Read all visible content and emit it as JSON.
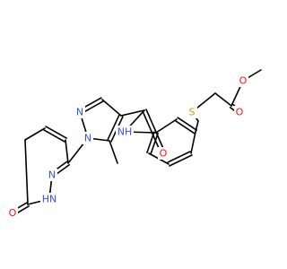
{
  "molecule": {
    "colors": {
      "bond": "#000000",
      "nitrogen": "#3050F8",
      "oxygen": "#FF0D0D",
      "sulfur": "#C8A000",
      "carbon": "#000000"
    },
    "labels": {
      "o_ketone": "O",
      "nh_ring": "HN",
      "n_ring": "N",
      "n_pyrazole_1": "N",
      "n_pyrazole_2": "N",
      "o_amide": "O",
      "nh_amide": "NH",
      "s_thioether": "S",
      "o_ester_carbonyl": "O",
      "o_ester": "O"
    }
  }
}
